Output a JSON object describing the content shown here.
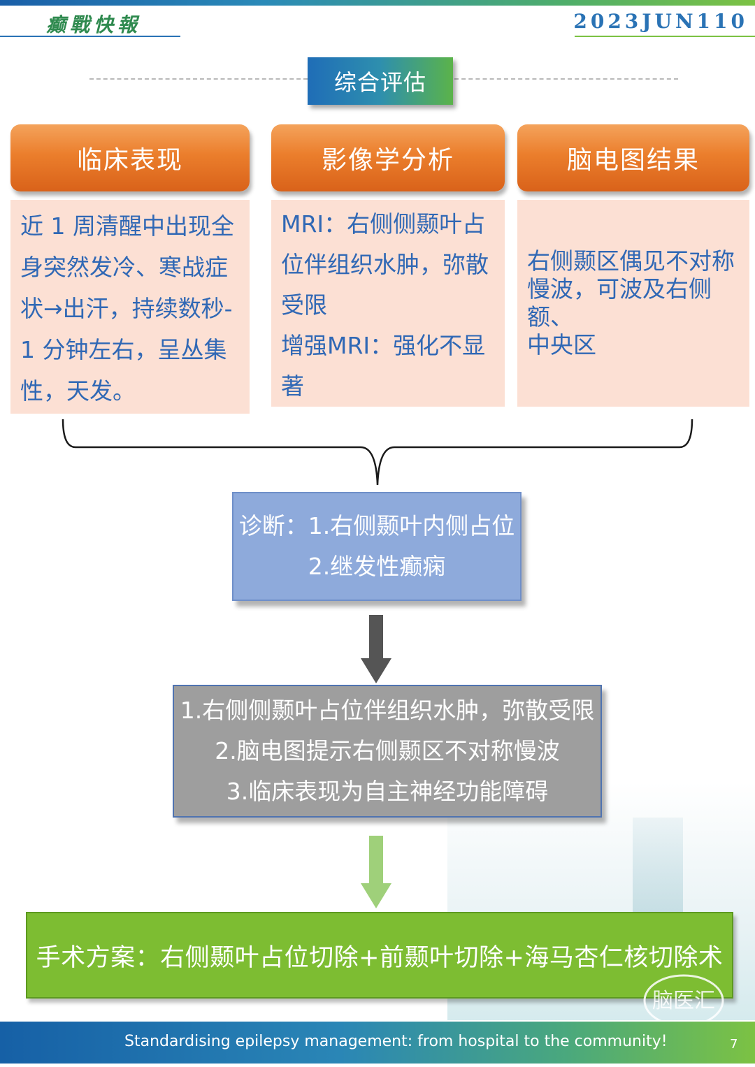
{
  "header": {
    "brand": "癫戰快報",
    "issue": "2023JUN110"
  },
  "title": "综合评估",
  "categories": [
    {
      "label": "临床表现"
    },
    {
      "label": "影像学分析"
    },
    {
      "label": "脑电图结果"
    }
  ],
  "clinical": {
    "lines": [
      "近 1 周清醒中出现全",
      "身突然发冷、寒战症",
      "状→出汗，持续数秒-",
      "1 分钟左右，呈丛集",
      "性，天发。"
    ]
  },
  "imaging": {
    "lines": [
      "MRI：右侧侧颞叶占",
      "位伴组织水肿，弥散",
      "受限",
      "增强MRI：强化不显",
      "著"
    ]
  },
  "eeg": {
    "lines": [
      "右侧颞区偶见不对称",
      "慢波，可波及右侧额、",
      "中央区"
    ]
  },
  "diagnosis": {
    "line1": "诊断：1.右侧颞叶内侧占位",
    "line2": "2.继发性癫痫"
  },
  "summary": {
    "line1": "1.右侧侧颞叶占位伴组织水肿，弥散受限",
    "line2": "2.脑电图提示右侧颞区不对称慢波",
    "line3": "3.临床表现为自主神经功能障碍"
  },
  "plan": {
    "text": "手术方案：右侧颞叶占位切除+前颞叶切除+海马杏仁核切除术"
  },
  "watermark": "脑医汇",
  "footer": {
    "slogan": "Standardising epilepsy management: from hospital to the community!",
    "page": "7"
  },
  "colors": {
    "orange": "#eb7e2c",
    "pink": "#fce0d4",
    "blue_box": "#8eaadb",
    "gray_box": "#9e9e9e",
    "green_box": "#7dbd32",
    "text_blue": "#3068b5"
  }
}
